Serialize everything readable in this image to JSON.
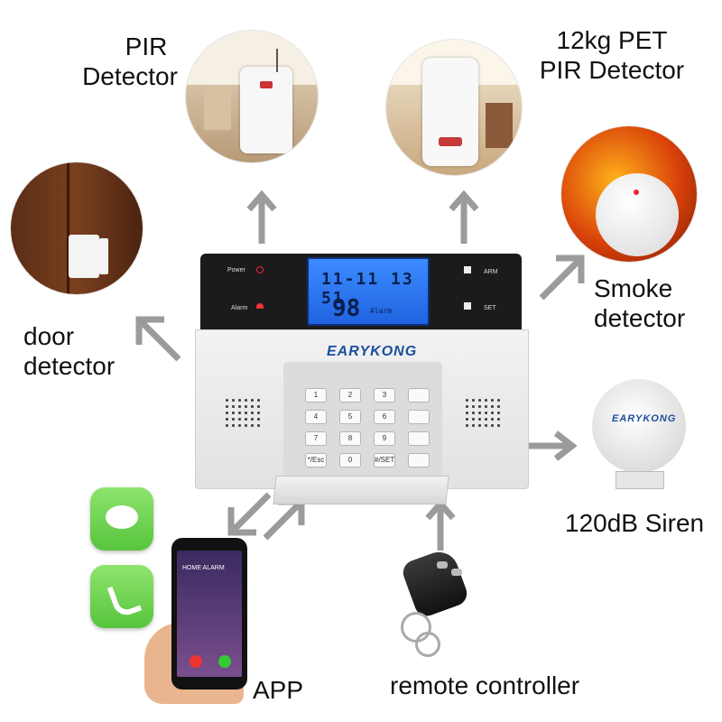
{
  "labels": {
    "pir": [
      "PIR",
      "Detector"
    ],
    "pet_pir": [
      "12kg PET",
      "PIR Detector"
    ],
    "smoke": [
      "Smoke",
      "detector"
    ],
    "door": [
      "door",
      "detector"
    ],
    "siren": "120dB Siren",
    "app": "APP",
    "remote": "remote controller"
  },
  "panel": {
    "brand": "EARYKONG",
    "lcd_time": "11-11 13 51",
    "lcd_zone": "98",
    "lcd_alarm": "Alarm",
    "power": "Power",
    "alarm": "Alarm",
    "arm": "ARM",
    "set": "SET",
    "keys": [
      "1",
      "2",
      "3",
      "",
      "4",
      "5",
      "6",
      "",
      "7",
      "8",
      "9",
      "",
      "*/Esc",
      "0",
      "#/SET",
      ""
    ]
  },
  "siren_brand": "EARYKONG",
  "phone_screen": "HOME ALARM",
  "colors": {
    "arrow": "#9b9b9b",
    "lcd": "#2f7bf0",
    "brand": "#1b4f9c",
    "app_green": "#62c84a"
  }
}
